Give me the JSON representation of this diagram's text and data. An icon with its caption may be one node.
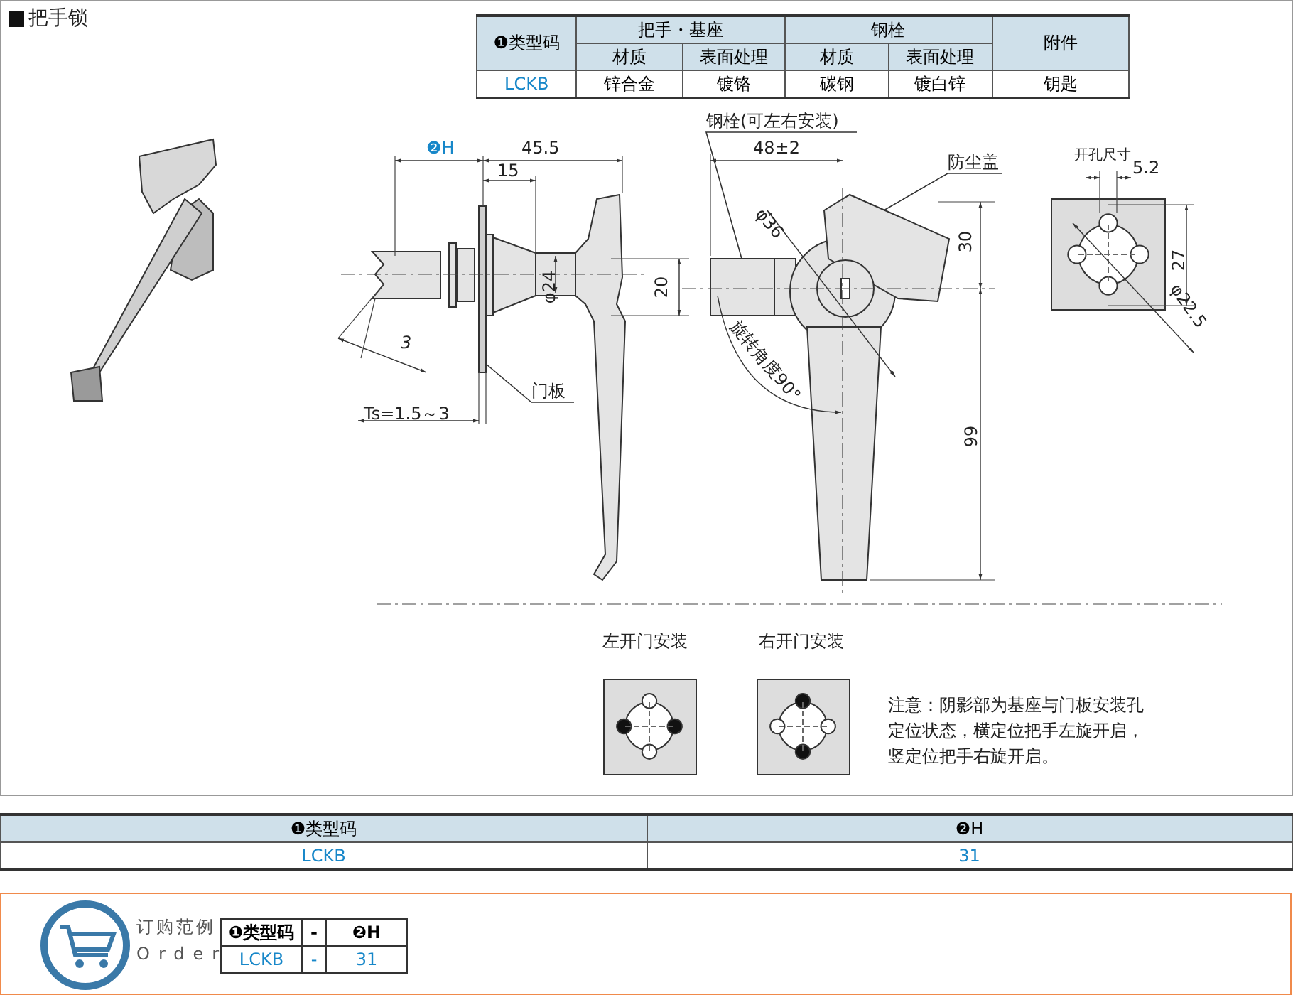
{
  "diagram": {
    "title": "把手锁",
    "nodes": [
      {
        "text": [
          "钢栓(可左右安装)"
        ]
      },
      {
        "text": [
          "防尘盖"
        ]
      },
      {
        "text": [
          "门板"
        ]
      },
      {
        "text": [],
        "shape": "picture"
      },
      {
        "text": [],
        "shape": "picture"
      },
      {
        "text": [],
        "shape": "picture"
      }
    ],
    "edges": [
      {
        "from": 0,
        "to": 4,
        "arrow": "none"
      },
      {
        "from": 1,
        "to": 5,
        "arrow": "none"
      },
      {
        "from": 2,
        "to": 3,
        "arrow": "none"
      }
    ],
    "labels": [
      "❶类型码",
      "把手・基座",
      "钢栓",
      "附件",
      "材质",
      "表面处理",
      "材质",
      "表面处理",
      "LCKB",
      "锌合金",
      "镀铬",
      "碳钢",
      "镀白锌",
      "钥匙",
      "❷H",
      "45.5",
      "15",
      "3",
      "φ24",
      "20",
      "Ts=1.5～3",
      "48±2",
      "φ36",
      "30",
      "旋转角度90°",
      "99",
      "开孔尺寸",
      "5.2",
      "27",
      "φ22.5",
      "左开门安装",
      "右开门安装",
      "注意：阴影部为基座与门板安装孔定位状态，横定位把手左旋开启，竖定位把手右旋开启。",
      "❶类型码",
      "❷H",
      "LCKB",
      "31",
      "订购范例",
      "Order",
      "❶类型码",
      "-",
      "❷H",
      "LCKB",
      "-",
      "31"
    ]
  }
}
